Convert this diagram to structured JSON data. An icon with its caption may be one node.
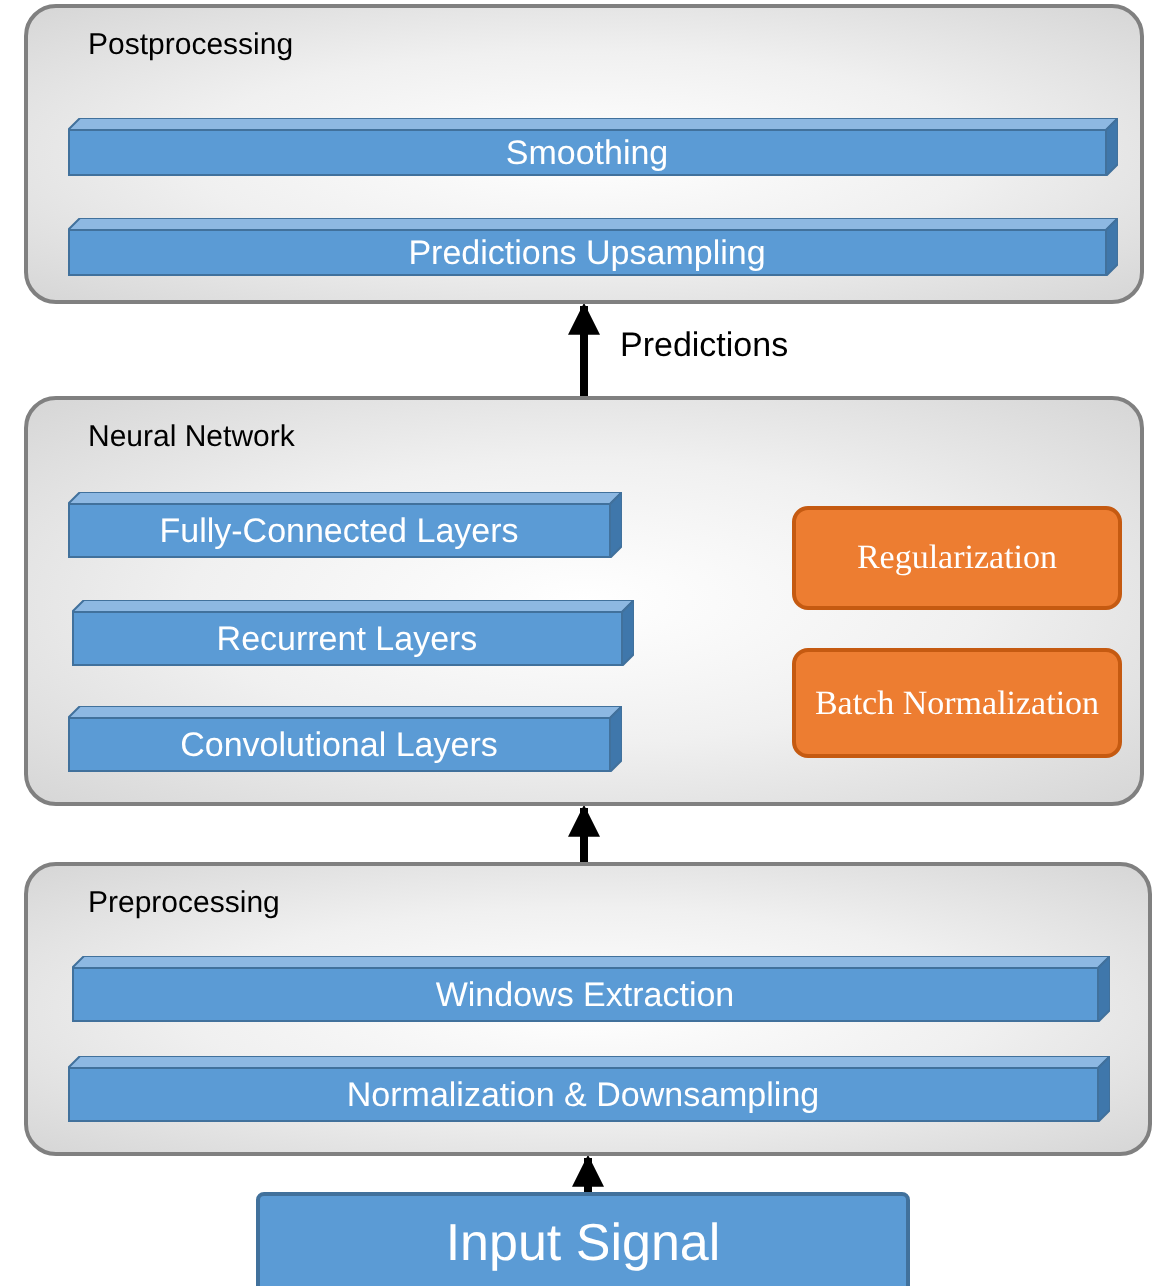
{
  "diagram": {
    "nodes": [
      {
        "text": [
          "Postprocessing"
        ]
      },
      {
        "text": [
          "Smoothing"
        ],
        "in": 0
      },
      {
        "text": [
          "Predictions Upsampling"
        ],
        "in": 0
      },
      {
        "text": [
          "Neural Network"
        ]
      },
      {
        "text": [
          "Fully-Connected Layers"
        ],
        "in": 3
      },
      {
        "text": [
          "Recurrent Layers"
        ],
        "in": 3
      },
      {
        "text": [
          "Convolutional Layers"
        ],
        "in": 3
      },
      {
        "text": [
          "Regularization"
        ],
        "in": 3
      },
      {
        "text": [
          "Batch Normalization"
        ],
        "in": 3
      },
      {
        "text": [
          "Preprocessing"
        ]
      },
      {
        "text": [
          "Windows Extraction"
        ],
        "in": 9
      },
      {
        "text": [
          "Normalization & Downsampling"
        ],
        "in": 9
      },
      {
        "text": [
          "Input Signal"
        ]
      }
    ],
    "edges": [
      {
        "from": 12,
        "to": 9,
        "arrow": "to"
      },
      {
        "from": 9,
        "to": 3,
        "arrow": "to"
      },
      {
        "from": 3,
        "to": 0,
        "arrow": "to",
        "label": "Predictions"
      }
    ]
  }
}
